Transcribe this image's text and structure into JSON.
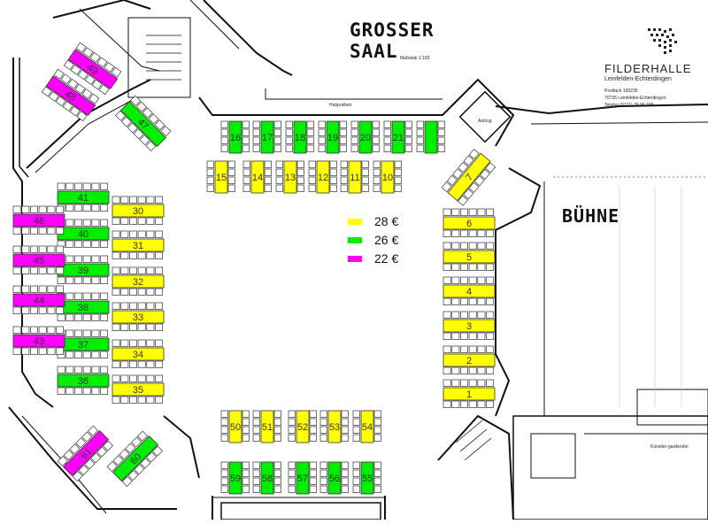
{
  "hall": {
    "title_line1": "GROSSER",
    "title_line2": "SAAL",
    "scale": "Maßstab 1:100",
    "stage_label": "BÜHNE",
    "lift_label": "Aufzug",
    "side_label_top": "Hubpodium",
    "side_label_right": "Künstler-garderobe"
  },
  "venue": {
    "name": "FILDERHALLE",
    "city": "Leinfelden-Echterdingen",
    "postbox": "Postfach 100239",
    "zip_city": "70725 Leinfelden-Echterdingen",
    "phone": "Telefon (0711) 79 06-336"
  },
  "colors": {
    "price_28": "#ffff00",
    "price_26": "#00ee00",
    "price_22": "#ff00ff"
  },
  "legend": [
    {
      "label": "28 €",
      "color": "#ffff00"
    },
    {
      "label": "26 €",
      "color": "#00ee00"
    },
    {
      "label": "22 €",
      "color": "#ff00ff"
    }
  ],
  "tables": [
    {
      "label": "1",
      "price": 28
    },
    {
      "label": "2",
      "price": 28
    },
    {
      "label": "3",
      "price": 28
    },
    {
      "label": "4",
      "price": 28
    },
    {
      "label": "5",
      "price": 28
    },
    {
      "label": "6",
      "price": 28
    },
    {
      "label": "7",
      "price": 28
    },
    {
      "label": "10",
      "price": 28
    },
    {
      "label": "11",
      "price": 28
    },
    {
      "label": "12",
      "price": 28
    },
    {
      "label": "13",
      "price": 28
    },
    {
      "label": "14",
      "price": 28
    },
    {
      "label": "15",
      "price": 28
    },
    {
      "label": "16",
      "price": 26
    },
    {
      "label": "17",
      "price": 26
    },
    {
      "label": "18",
      "price": 26
    },
    {
      "label": "19",
      "price": 26
    },
    {
      "label": "20",
      "price": 26
    },
    {
      "label": "21",
      "price": 26
    },
    {
      "label": "",
      "price": 26
    },
    {
      "label": "30",
      "price": 28
    },
    {
      "label": "31",
      "price": 28
    },
    {
      "label": "32",
      "price": 28
    },
    {
      "label": "33",
      "price": 28
    },
    {
      "label": "34",
      "price": 28
    },
    {
      "label": "35",
      "price": 28
    },
    {
      "label": "36",
      "price": 26
    },
    {
      "label": "37",
      "price": 26
    },
    {
      "label": "38",
      "price": 26
    },
    {
      "label": "39",
      "price": 26
    },
    {
      "label": "40",
      "price": 26
    },
    {
      "label": "41",
      "price": 26
    },
    {
      "label": "43",
      "price": 22
    },
    {
      "label": "44",
      "price": 22
    },
    {
      "label": "45",
      "price": 22
    },
    {
      "label": "46",
      "price": 22
    },
    {
      "label": "47",
      "price": 26
    },
    {
      "label": "48",
      "price": 22
    },
    {
      "label": "49",
      "price": 22
    },
    {
      "label": "50",
      "price": 28
    },
    {
      "label": "51",
      "price": 28
    },
    {
      "label": "52",
      "price": 28
    },
    {
      "label": "53",
      "price": 28
    },
    {
      "label": "54",
      "price": 28
    },
    {
      "label": "55",
      "price": 26
    },
    {
      "label": "56",
      "price": 26
    },
    {
      "label": "57",
      "price": 26
    },
    {
      "label": "58",
      "price": 26
    },
    {
      "label": "59",
      "price": 26
    },
    {
      "label": "60",
      "price": 26
    },
    {
      "label": "61",
      "price": 22
    }
  ]
}
